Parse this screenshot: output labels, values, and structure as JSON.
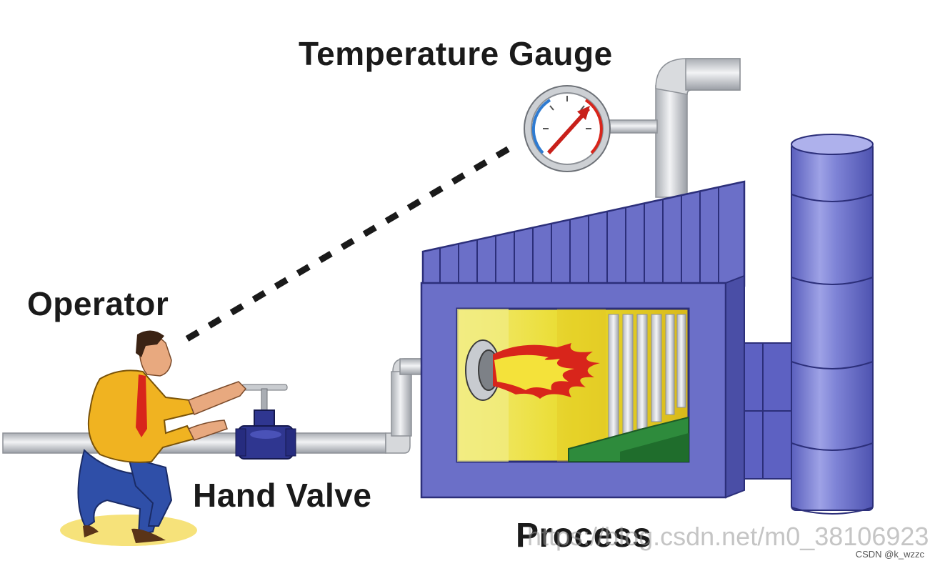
{
  "labels": {
    "temperature_gauge": "Temperature Gauge",
    "operator": "Operator",
    "hand_valve": "Hand Valve",
    "process": "Process"
  },
  "watermarks": {
    "url": "https://blog.csdn.net/m0_38106923",
    "csdn": "CSDN @k_wzzc"
  },
  "colors": {
    "furnace_blue": "#6b6fc8",
    "furnace_dark": "#4a4ea6",
    "pipe_gray": "#c9ccd0",
    "flame_red": "#d8251b",
    "flame_yellow": "#f4e23a",
    "operator_shirt": "#f0b321",
    "operator_pants": "#2f4fa8",
    "tube_bank_green": "#2e8b3c"
  }
}
